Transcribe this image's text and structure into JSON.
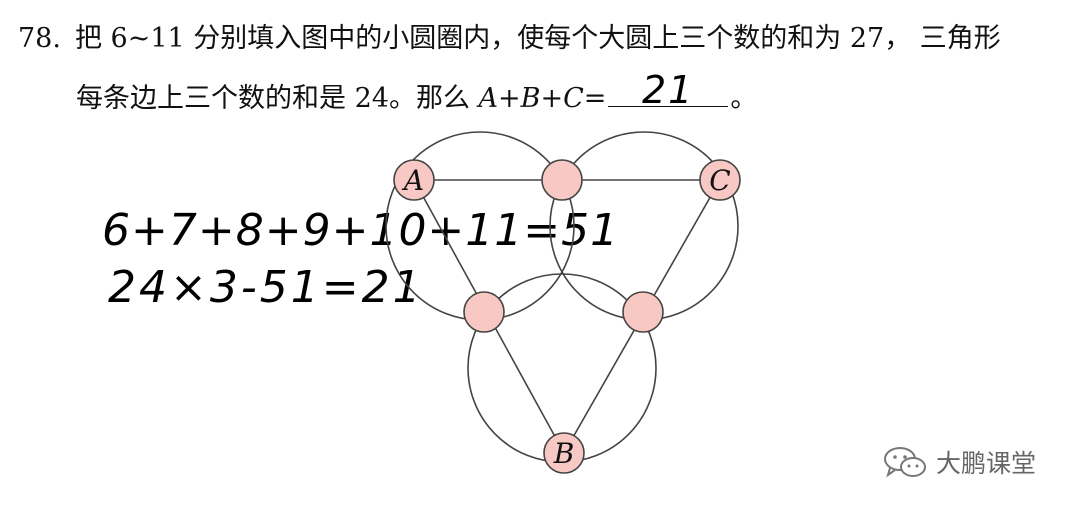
{
  "problem": {
    "number": "78.",
    "line1_text": "把 6~11 分别填入图中的小圆圈内，使每个大圆上三个数的和为 27， 三角形",
    "line2_text_before": "每条边上三个数的和是 24。那么 ",
    "expression": "A+B+C=",
    "line2_text_after": "。"
  },
  "handwriting": {
    "answer": "21",
    "work_line_1": "6+7+8+9+10+11=51",
    "work_line_2": "24×3-51=21"
  },
  "diagram": {
    "nodes": [
      {
        "id": "A",
        "label": "A"
      },
      {
        "id": "top-mid",
        "label": ""
      },
      {
        "id": "C",
        "label": "C"
      },
      {
        "id": "left-mid",
        "label": ""
      },
      {
        "id": "right-mid",
        "label": ""
      },
      {
        "id": "B",
        "label": "B"
      }
    ],
    "node_fill": "#f8c8c4",
    "stroke": "#444444"
  },
  "watermark": {
    "text": "大鹏课堂",
    "icon": "wechat-icon"
  }
}
